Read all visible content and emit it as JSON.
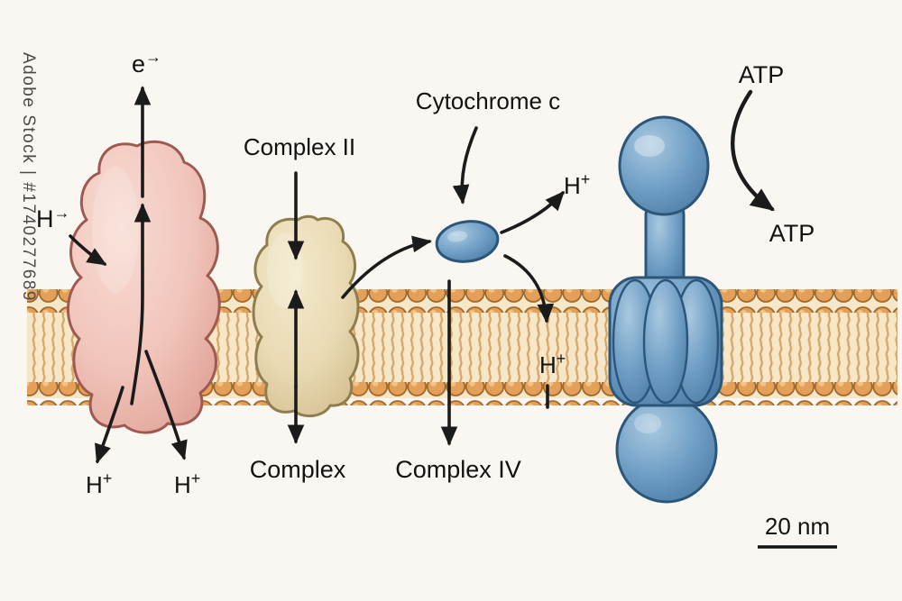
{
  "colors": {
    "background": "#faf7f2",
    "membrane_interior": "#f6e7c8",
    "lipid_head": "#e4a059",
    "lipid_head_stroke": "#a06a2c",
    "lipid_tail": "#d8a566",
    "complex1_fill": "#f1c5bb",
    "complex1_stroke": "#9e5a51",
    "complex2_fill": "#e9dab3",
    "complex2_stroke": "#8f7d4e",
    "cytc_fill": "#6fa0c6",
    "blue_stroke": "#2b5679",
    "atp_fill": "#6f9ec5",
    "arrow": "#1b1b1b",
    "text": "#121212",
    "watermark": "#4a4a4a"
  },
  "labels": {
    "electron": {
      "base": "e",
      "sup": "→"
    },
    "proton_in": {
      "base": "H",
      "sup": "→"
    },
    "complex2_top": "Complex II",
    "cytochrome": "Cytochrome c",
    "proton_out_right": {
      "base": "H",
      "sup": "+"
    },
    "atp_top": "ATP",
    "atp_result": "ATP",
    "proton_mid": {
      "base": "H",
      "sup": "+"
    },
    "complex_bottom": "Complex",
    "complex4": "Complex IV",
    "proton_bottom_left": {
      "base": "H",
      "sup": "+"
    },
    "proton_bottom_right": {
      "base": "H",
      "sup": "+"
    },
    "scale_bar": "20 nm"
  },
  "watermark": "Adobe Stock | #1740277689"
}
